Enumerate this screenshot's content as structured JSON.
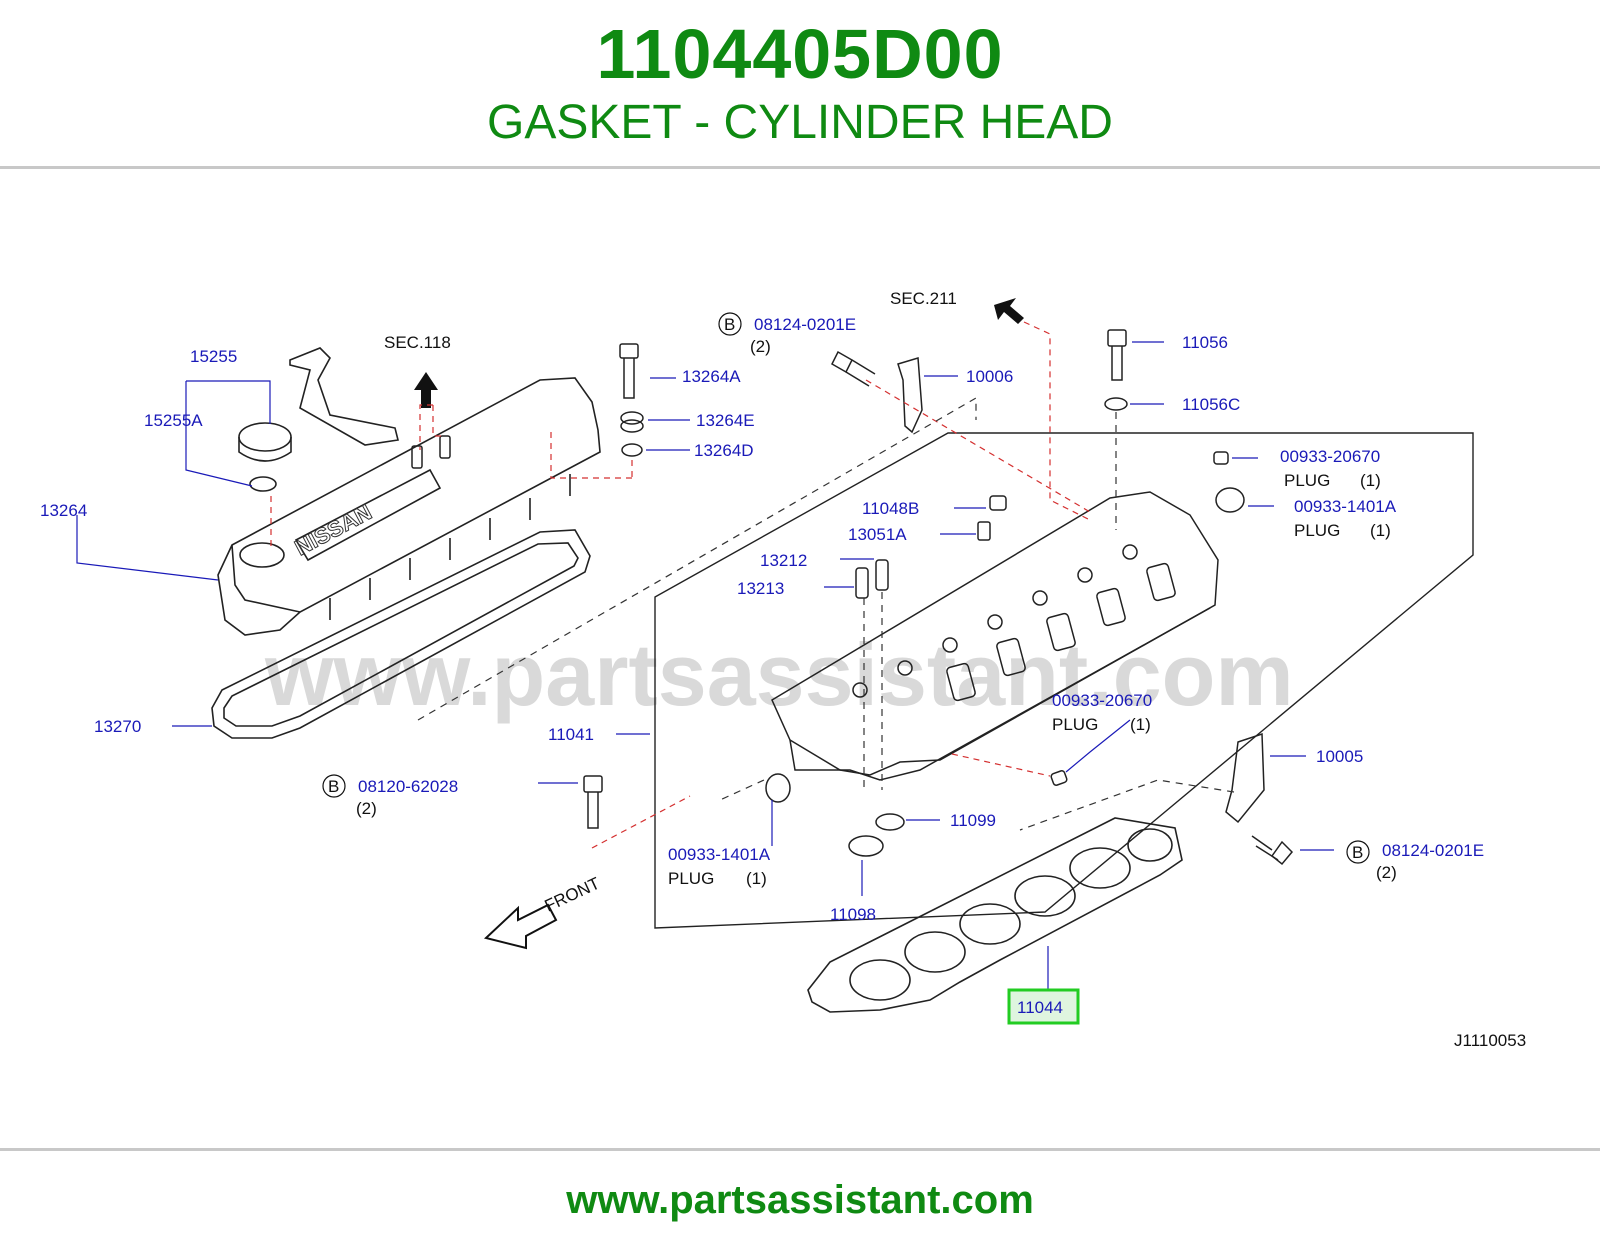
{
  "header": {
    "part_number": "1104405D00",
    "description": "GASKET - CYLINDER HEAD"
  },
  "watermark": "www.partsassistant.com",
  "footer": {
    "url": "www.partsassistant.com"
  },
  "diagram": {
    "code": "J1110053",
    "front_label": "FRONT",
    "sections": {
      "sec118": "SEC.118",
      "sec211": "SEC.211"
    },
    "bolt_marker": "B",
    "highlighted": "11044",
    "colors": {
      "green": "#0f8a12",
      "callout": "#1a1ab8",
      "highlight_border": "#22cc22",
      "leader_red": "#d43030"
    },
    "labels": {
      "p15255": "15255",
      "p15255A": "15255A",
      "p13264": "13264",
      "p13270": "13270",
      "p13264A": "13264A",
      "p13264E": "13264E",
      "p13264D": "13264D",
      "b1_num": "08124-0201E",
      "b1_qty": "(2)",
      "p10006": "10006",
      "p11056": "11056",
      "p11056C": "11056C",
      "pl1_num": "00933-20670",
      "pl1_txt": "PLUG",
      "pl1_qty": "(1)",
      "pl2_num": "00933-1401A",
      "pl2_txt": "PLUG",
      "pl2_qty": "(1)",
      "p11048B": "11048B",
      "p13051A": "13051A",
      "p13212": "13212",
      "p13213": "13213",
      "pl3_num": "00933-20670",
      "pl3_txt": "PLUG",
      "pl3_qty": "(1)",
      "p11041": "11041",
      "p10005": "10005",
      "b2_num": "08120-62028",
      "b2_qty": "(2)",
      "p11099": "11099",
      "pl4_num": "00933-1401A",
      "pl4_txt": "PLUG",
      "pl4_qty": "(1)",
      "b3_num": "08124-0201E",
      "b3_qty": "(2)",
      "p11098": "11098",
      "p11044": "11044"
    }
  }
}
